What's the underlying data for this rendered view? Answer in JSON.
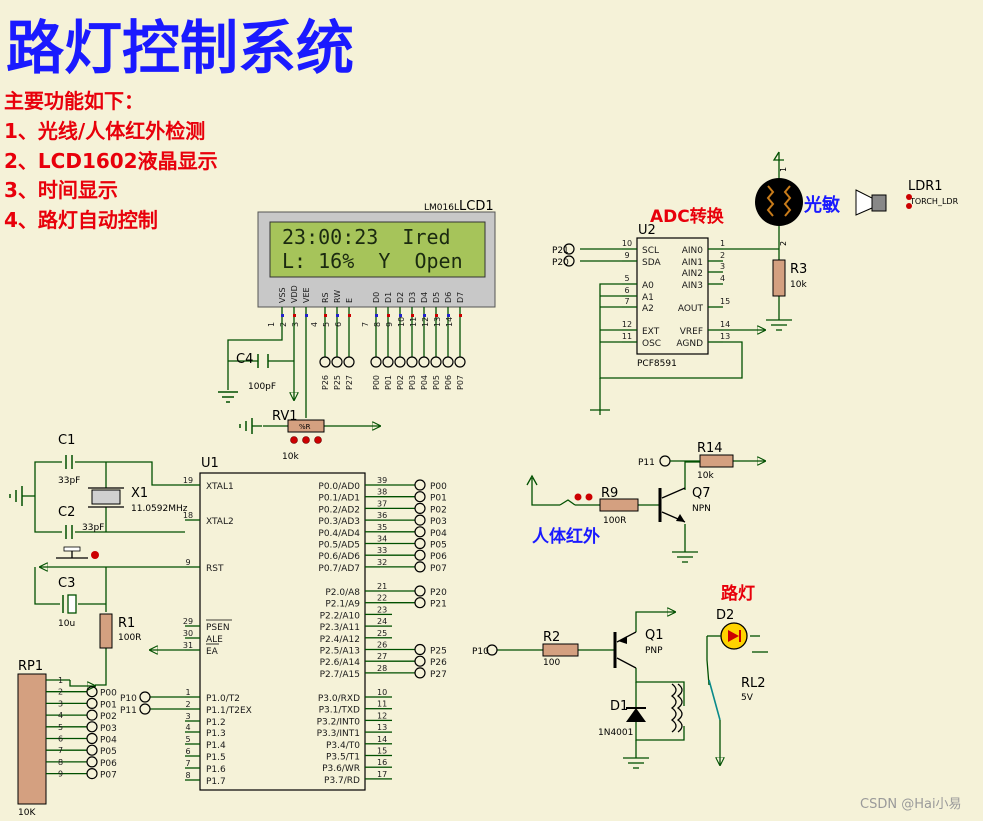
{
  "title": "路灯控制系统",
  "features": {
    "heading": "主要功能如下：",
    "items": [
      "1、光线/人体红外检测",
      "2、LCD1602液晶显示",
      "3、时间显示",
      "4、路灯自动控制"
    ]
  },
  "annotations": {
    "adc": "ADC转换",
    "light_sensor": "光敏",
    "pir": "人体红外",
    "street_lamp": "路灯"
  },
  "watermark": "CSDN @Hai小易",
  "lcd": {
    "ref": "LCD1",
    "model": "LM016L",
    "line1": "23:00:23  Ired",
    "line2": "L: 16%  Y  Open",
    "pins": [
      "VSS",
      "VDD",
      "VEE",
      "RS",
      "RW",
      "E",
      "D0",
      "D1",
      "D2",
      "D3",
      "D4",
      "D5",
      "D6",
      "D7"
    ],
    "pin_nums": [
      "1",
      "2",
      "3",
      "4",
      "5",
      "6",
      "7",
      "8",
      "9",
      "10",
      "11",
      "12",
      "13",
      "14"
    ],
    "nets": [
      "P26",
      "P25",
      "P27",
      "P00",
      "P01",
      "P02",
      "P03",
      "P04",
      "P05",
      "P06",
      "P07"
    ]
  },
  "adc": {
    "ref": "U2",
    "model": "PCF8591",
    "left_pins": [
      [
        "10",
        "SCL"
      ],
      [
        "9",
        "SDA"
      ],
      [
        "5",
        "A0"
      ],
      [
        "6",
        "A1"
      ],
      [
        "7",
        "A2"
      ],
      [
        "12",
        "EXT"
      ],
      [
        "11",
        "OSC"
      ]
    ],
    "right_pins": [
      [
        "1",
        "AIN0"
      ],
      [
        "2",
        "AIN1"
      ],
      [
        "3",
        "AIN2"
      ],
      [
        "4",
        "AIN3"
      ],
      [
        "15",
        "AOUT"
      ],
      [
        "14",
        "VREF"
      ],
      [
        "13",
        "AGND"
      ]
    ],
    "nets": [
      "P21",
      "P20"
    ]
  },
  "ldr": {
    "ref": "LDR1",
    "model": "TORCH_LDR",
    "pin1": "1",
    "pin2": "2"
  },
  "r3": {
    "ref": "R3",
    "value": "10k"
  },
  "mcu": {
    "ref": "U1",
    "left": [
      [
        "19",
        "XTAL1"
      ],
      [
        "18",
        "XTAL2"
      ],
      [
        "9",
        "RST"
      ],
      [
        "29",
        "PSEN"
      ],
      [
        "30",
        "ALE"
      ],
      [
        "31",
        "EA"
      ],
      [
        "1",
        "P1.0/T2"
      ],
      [
        "2",
        "P1.1/T2EX"
      ],
      [
        "3",
        "P1.2"
      ],
      [
        "4",
        "P1.3"
      ],
      [
        "5",
        "P1.4"
      ],
      [
        "6",
        "P1.5"
      ],
      [
        "7",
        "P1.6"
      ],
      [
        "8",
        "P1.7"
      ]
    ],
    "right": [
      [
        "39",
        "P0.0/AD0"
      ],
      [
        "38",
        "P0.1/AD1"
      ],
      [
        "37",
        "P0.2/AD2"
      ],
      [
        "36",
        "P0.3/AD3"
      ],
      [
        "35",
        "P0.4/AD4"
      ],
      [
        "34",
        "P0.5/AD5"
      ],
      [
        "33",
        "P0.6/AD6"
      ],
      [
        "32",
        "P0.7/AD7"
      ],
      [
        "21",
        "P2.0/A8"
      ],
      [
        "22",
        "P2.1/A9"
      ],
      [
        "23",
        "P2.2/A10"
      ],
      [
        "24",
        "P2.3/A11"
      ],
      [
        "25",
        "P2.4/A12"
      ],
      [
        "26",
        "P2.5/A13"
      ],
      [
        "27",
        "P2.6/A14"
      ],
      [
        "28",
        "P2.7/A15"
      ],
      [
        "10",
        "P3.0/RXD"
      ],
      [
        "11",
        "P3.1/TXD"
      ],
      [
        "12",
        "P3.2/INT0"
      ],
      [
        "13",
        "P3.3/INT1"
      ],
      [
        "14",
        "P3.4/T0"
      ],
      [
        "15",
        "P3.5/T1"
      ],
      [
        "16",
        "P3.6/WR"
      ],
      [
        "17",
        "P3.7/RD"
      ]
    ],
    "right_nets": [
      "P00",
      "P01",
      "P02",
      "P03",
      "P04",
      "P05",
      "P06",
      "P07",
      "P20",
      "P21",
      "",
      "",
      "",
      "P25",
      "P26",
      "P27"
    ],
    "left_nets": [
      "P10",
      "P11"
    ]
  },
  "crystal": {
    "ref": "X1",
    "value": "11.0592MHz"
  },
  "c1": {
    "ref": "C1",
    "value": "33pF"
  },
  "c2": {
    "ref": "C2",
    "value": "33pF"
  },
  "c3": {
    "ref": "C3",
    "value": "10u"
  },
  "c4": {
    "ref": "C4",
    "value": "100pF"
  },
  "r1": {
    "ref": "R1",
    "value": "100R"
  },
  "rv1": {
    "ref": "RV1",
    "value": "10k",
    "body": "%R"
  },
  "rp1": {
    "ref": "RP1",
    "value": "10K",
    "pins": [
      "1",
      "2",
      "3",
      "4",
      "5",
      "6",
      "7",
      "8",
      "9"
    ],
    "nets": [
      "P00",
      "P01",
      "P02",
      "P03",
      "P04",
      "P05",
      "P06",
      "P07"
    ]
  },
  "r9": {
    "ref": "R9",
    "value": "100R"
  },
  "r14": {
    "ref": "R14",
    "value": "10k",
    "net": "P11"
  },
  "q7": {
    "ref": "Q7",
    "type": "NPN"
  },
  "r2": {
    "ref": "R2",
    "value": "100",
    "net": "P10"
  },
  "q1": {
    "ref": "Q1",
    "type": "PNP"
  },
  "d1": {
    "ref": "D1",
    "model": "1N4001"
  },
  "d2": {
    "ref": "D2"
  },
  "rl2": {
    "ref": "RL2",
    "value": "5V"
  },
  "colors": {
    "wire": "#005000",
    "background": "#f5f2d8",
    "title": "#1a1aff",
    "feature_text": "#e8000b",
    "lcd_screen": "#a6c45a"
  }
}
